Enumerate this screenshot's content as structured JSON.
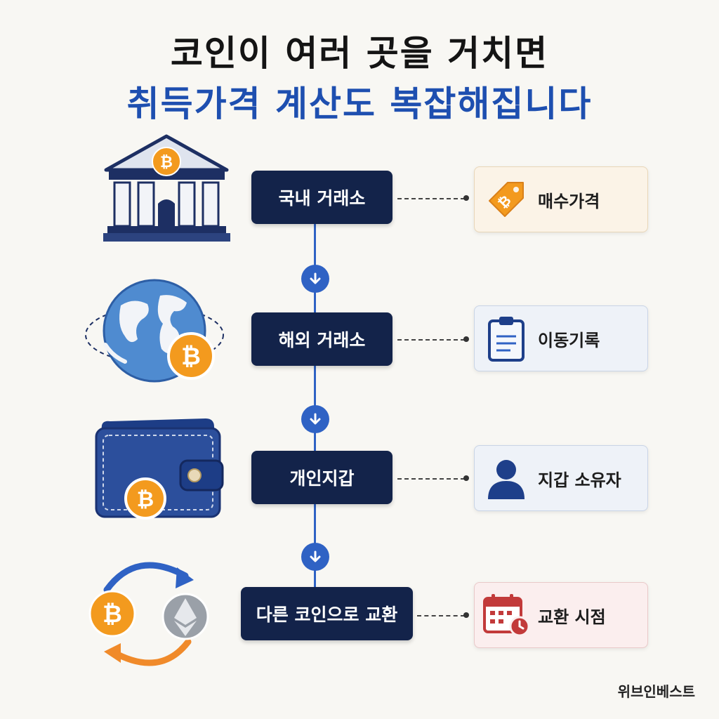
{
  "title": {
    "line1": "코인이 여러 곳을 거치면",
    "line2": "취득가격 계산도 복잡해집니다"
  },
  "steps": [
    {
      "label": "국내 거래소",
      "icon": "bank-icon",
      "info": "매수가격",
      "info_icon": "price-tag-icon"
    },
    {
      "label": "해외 거래소",
      "icon": "globe-icon",
      "info": "이동기록",
      "info_icon": "clipboard-icon"
    },
    {
      "label": "개인지갑",
      "icon": "wallet-icon",
      "info": "지갑 소유자",
      "info_icon": "user-icon"
    },
    {
      "label": "다른 코인으로 교환",
      "icon": "swap-icon",
      "info": "교환 시점",
      "info_icon": "calendar-icon"
    }
  ],
  "brand": "위브인베스트",
  "colors": {
    "navy": "#13234a",
    "accent_blue": "#1e4fb0",
    "bitcoin_orange": "#f39a1e"
  }
}
